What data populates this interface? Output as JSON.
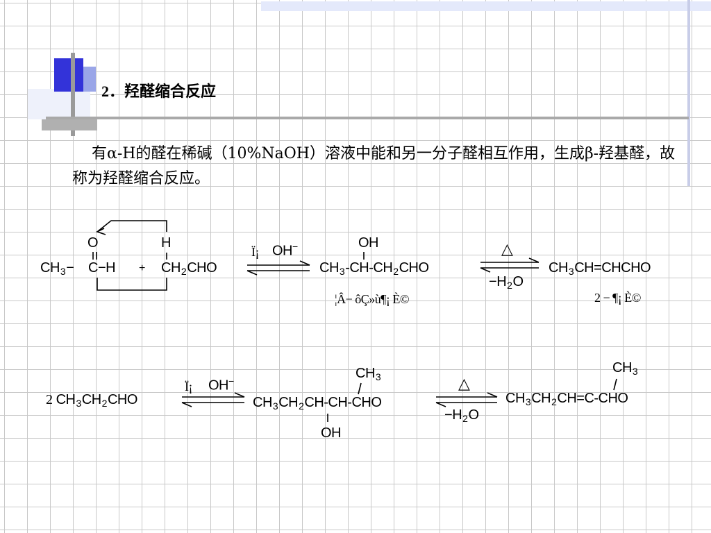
{
  "heading": {
    "number": "2．",
    "title": "羟醛缩合反应"
  },
  "paragraph": "有α-H的醛在稀碱（10%NaOH）溶液中能和另一分子醛相互作用，生成β-羟基醛，故称为羟醛缩合反应。",
  "reaction1": {
    "o": "O",
    "h": "H",
    "ch3": "CH",
    "ch3_sub": "3",
    "c_dash": "−",
    "c": "C",
    "c_h": "−H",
    "plus": "+",
    "reactant2_ch": "CH",
    "reactant2_sub": "2",
    "reactant2_cho": "CHO",
    "arrow1_garbled": "Ï¡",
    "catalyst": "OH",
    "catalyst_charge": "−",
    "product_oh": "OH",
    "product_a": "CH",
    "product_a_sub": "3",
    "product_b": "-CH-CH",
    "product_b_sub": "2",
    "product_c": "CHO",
    "product_garbled": "¦Â− ôÇ»ù¶¡ È©",
    "delta": "△",
    "dehydrate_minus": "−",
    "dehydrate_h": "H",
    "dehydrate_sub": "2",
    "dehydrate_o": "O",
    "final_a": "CH",
    "final_a_sub": "3",
    "final_b": "CH=CHCHO",
    "final_garbled": "2 − ¶¡ È©"
  },
  "reaction2": {
    "coef": "2",
    "reactant_a": "CH",
    "reactant_a_sub": "3",
    "reactant_b": "CH",
    "reactant_b_sub": "2",
    "reactant_c": "CHO",
    "arrow_garbled": "Ï¡",
    "catalyst": "OH",
    "catalyst_charge": "−",
    "top_ch3": "CH",
    "top_ch3_sub": "3",
    "mid_a": "CH",
    "mid_a_sub": "3",
    "mid_b": "CH",
    "mid_b_sub": "2",
    "mid_c": "CH-CH-CHO",
    "bottom_oh": "OH",
    "delta": "△",
    "dehydrate_minus": "−",
    "dehydrate_h": "H",
    "dehydrate_sub": "2",
    "dehydrate_o": "O",
    "final_top_ch3": "CH",
    "final_top_ch3_sub": "3",
    "final_a": "CH",
    "final_a_sub": "3",
    "final_b": "CH",
    "final_b_sub": "2",
    "final_c": "CH=C-CHO"
  }
}
